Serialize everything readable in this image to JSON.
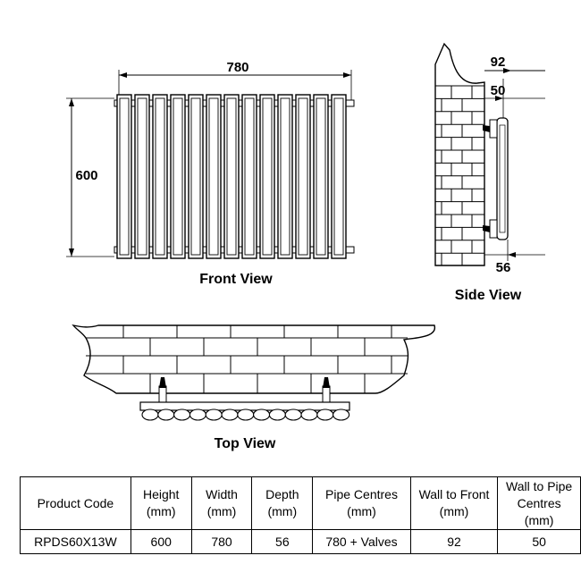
{
  "front_view": {
    "caption": "Front View",
    "width_label": "780",
    "height_label": "600"
  },
  "side_view": {
    "caption": "Side View",
    "wall_to_front_label": "92",
    "wall_to_pipe_label": "50",
    "depth_label": "56"
  },
  "top_view": {
    "caption": "Top View"
  },
  "spec_table": {
    "headers": [
      "Product Code",
      "Height (mm)",
      "Width (mm)",
      "Depth (mm)",
      "Pipe Centres (mm)",
      "Wall to Front (mm)",
      "Wall to Pipe Centres (mm)"
    ],
    "row": [
      "RPDS60X13W",
      "600",
      "780",
      "56",
      "780 + Valves",
      "92",
      "50"
    ]
  }
}
